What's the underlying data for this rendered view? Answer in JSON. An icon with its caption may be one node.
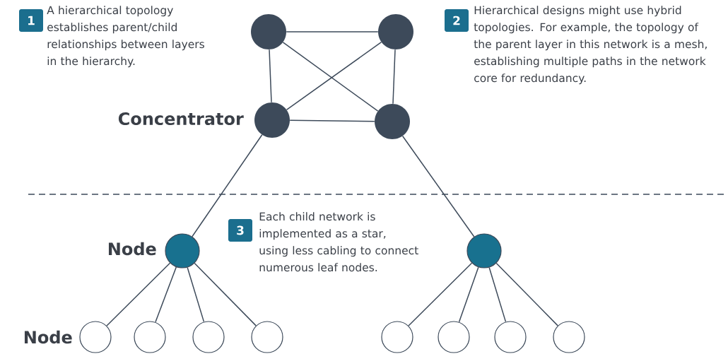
{
  "diagram": {
    "nodes": [
      {
        "text": [
          "1"
        ],
        "beside": [
          "A hierarchical topology establishes parent/child relationships between layers in the hierarchy."
        ]
      },
      {
        "text": [],
        "shape": "circle"
      },
      {
        "text": [],
        "shape": "circle"
      },
      {
        "text": [
          "2"
        ],
        "beside": [
          "Hierarchical designs might use hybrid topologies. For example, the topology of the parent layer in this network is a mesh, establishing multiple paths in the network core for redundancy."
        ]
      },
      {
        "text": [],
        "shape": "circle",
        "beside": [
          "Concentrator"
        ]
      },
      {
        "text": [],
        "shape": "circle"
      },
      {
        "text": [
          "3"
        ],
        "beside": [
          "Each child network is implemented as a star, using less cabling to connect numerous leaf nodes."
        ]
      },
      {
        "text": [],
        "shape": "circle",
        "beside": [
          "Node"
        ]
      },
      {
        "text": [],
        "shape": "circle"
      },
      {
        "text": [],
        "shape": "circle",
        "beside": [
          "Node"
        ]
      },
      {
        "text": [],
        "shape": "circle"
      },
      {
        "text": [],
        "shape": "circle"
      },
      {
        "text": [],
        "shape": "circle"
      },
      {
        "text": [],
        "shape": "circle"
      },
      {
        "text": [],
        "shape": "circle"
      },
      {
        "text": [],
        "shape": "circle"
      },
      {
        "text": [],
        "shape": "circle"
      }
    ],
    "edges": [
      {
        "from": 1,
        "to": 2,
        "arrow": "none"
      },
      {
        "from": 1,
        "to": 4,
        "arrow": "none"
      },
      {
        "from": 1,
        "to": 5,
        "arrow": "none"
      },
      {
        "from": 2,
        "to": 4,
        "arrow": "none"
      },
      {
        "from": 2,
        "to": 5,
        "arrow": "none"
      },
      {
        "from": 4,
        "to": 5,
        "arrow": "none"
      },
      {
        "from": 4,
        "to": 7,
        "arrow": "none"
      },
      {
        "from": 5,
        "to": 8,
        "arrow": "none"
      },
      {
        "from": 7,
        "to": 9,
        "arrow": "none"
      },
      {
        "from": 7,
        "to": 10,
        "arrow": "none"
      },
      {
        "from": 7,
        "to": 11,
        "arrow": "none"
      },
      {
        "from": 7,
        "to": 12,
        "arrow": "none"
      },
      {
        "from": 8,
        "to": 13,
        "arrow": "none"
      },
      {
        "from": 8,
        "to": 14,
        "arrow": "none"
      },
      {
        "from": 8,
        "to": 15,
        "arrow": "none"
      },
      {
        "from": 8,
        "to": 16,
        "arrow": "none"
      }
    ]
  }
}
